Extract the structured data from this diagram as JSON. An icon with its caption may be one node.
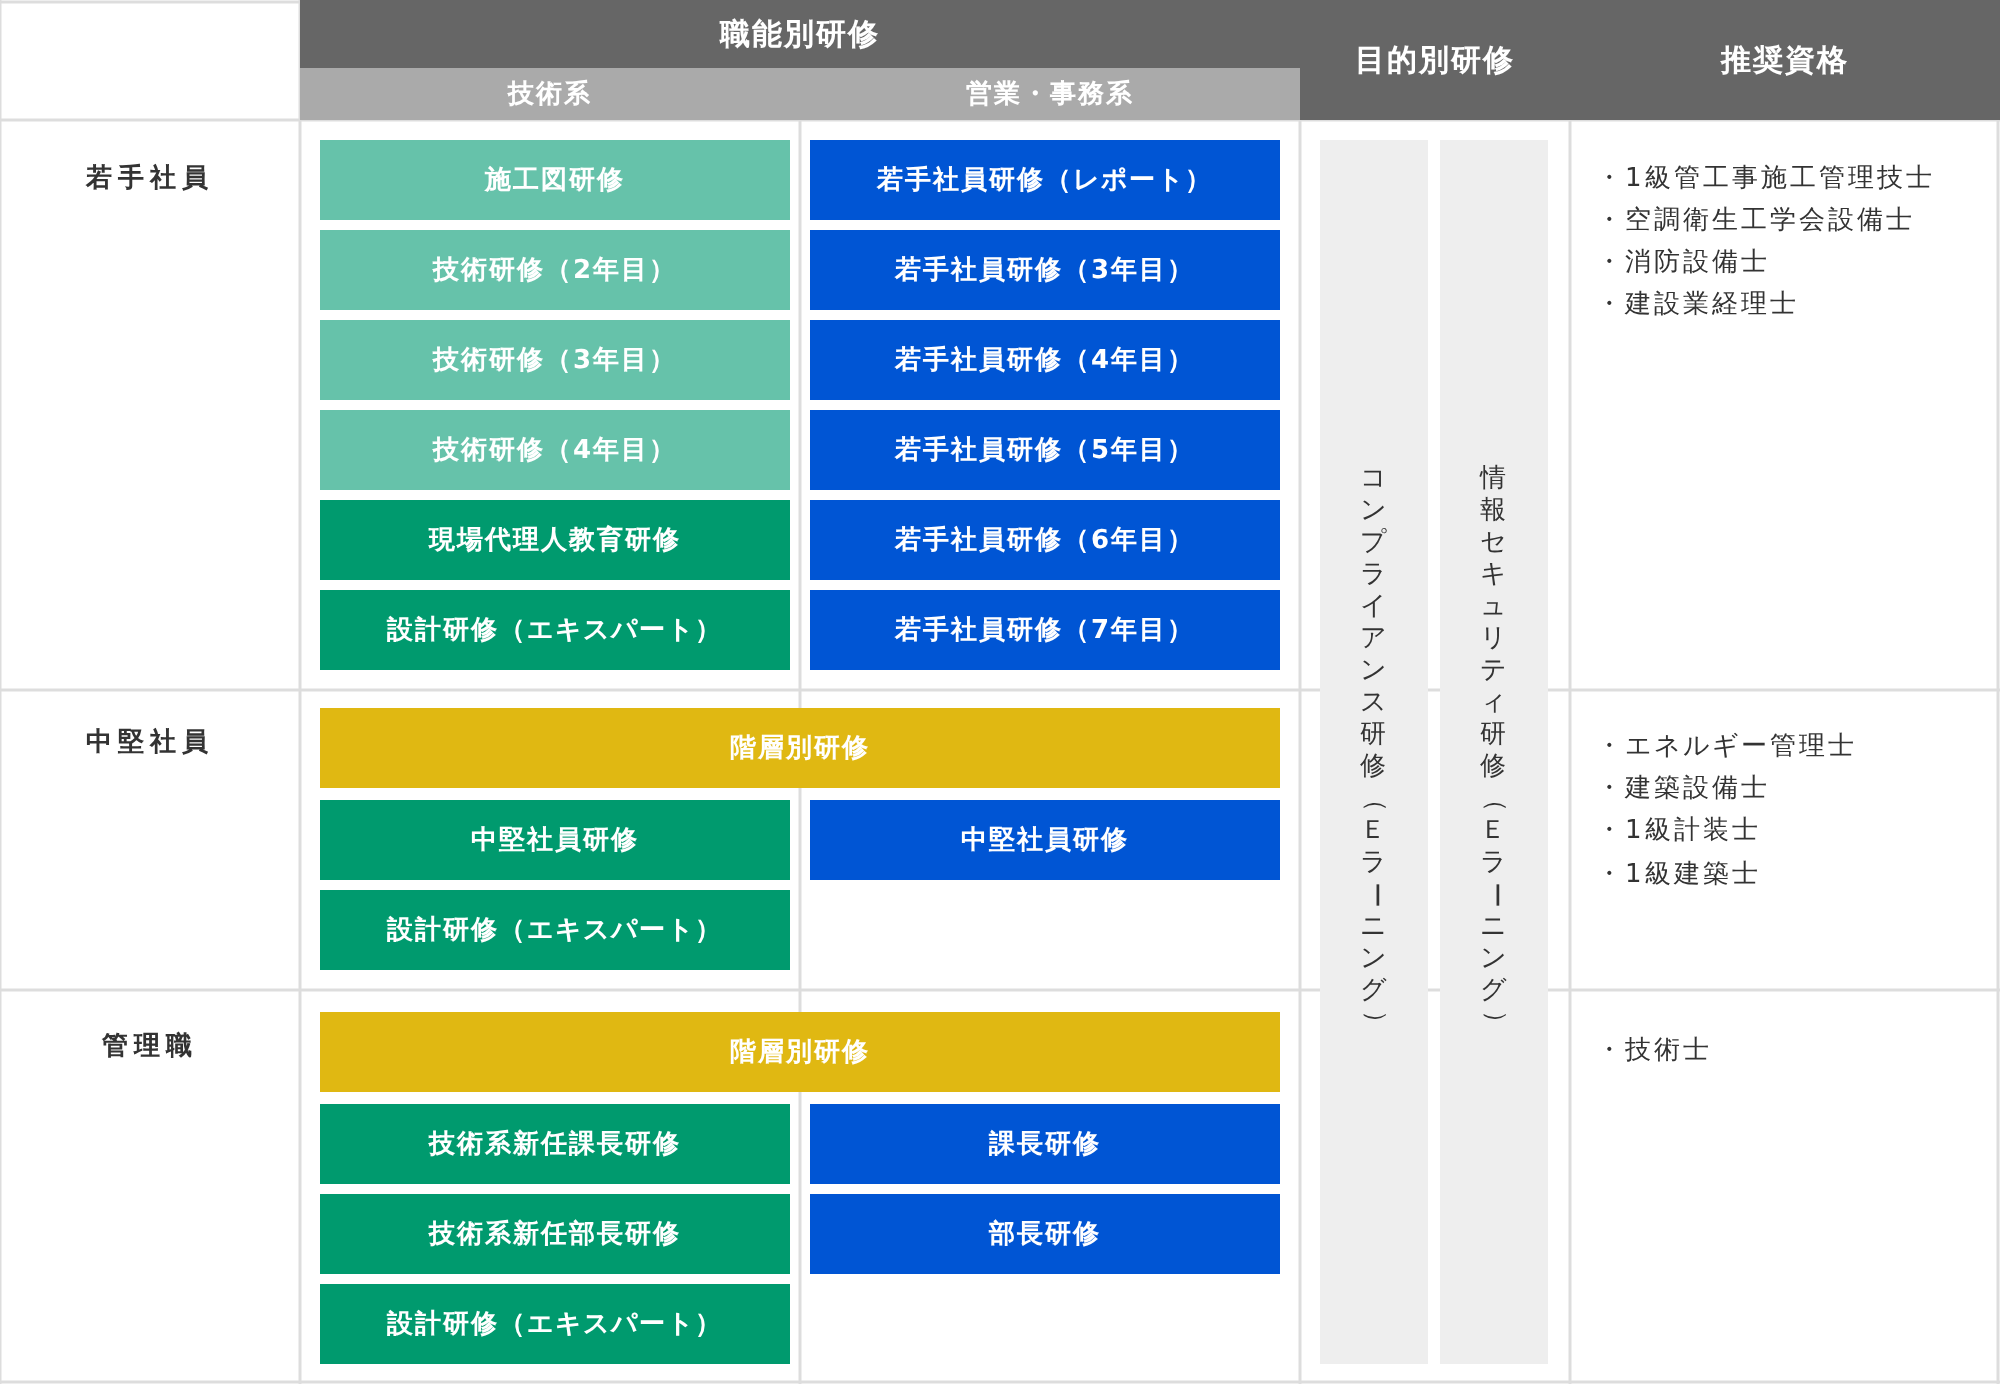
{
  "diagram": {
    "nodes": [
      {
        "text": [
          "職能別研修"
        ]
      },
      {
        "text": [
          "技術系"
        ]
      },
      {
        "text": [
          "営業・事務系"
        ]
      },
      {
        "text": [
          "目的別研修"
        ]
      },
      {
        "text": [
          "推奨資格"
        ]
      },
      {
        "text": [
          "施工図研修"
        ]
      },
      {
        "text": [
          "若手社員研修（レポート）"
        ]
      },
      {
        "text": [
          "コンプライアンス研修（Ｅラーニング）"
        ]
      },
      {
        "text": [
          "情報セキュリティ研修（Ｅラーニング）"
        ]
      },
      {
        "text": [
          "技術研修（2年目）"
        ]
      },
      {
        "text": [
          "若手社員研修（3年目）"
        ]
      },
      {
        "text": [
          "技術研修（3年目）"
        ]
      },
      {
        "text": [
          "若手社員研修（4年目）"
        ]
      },
      {
        "text": [
          "技術研修（4年目）"
        ]
      },
      {
        "text": [
          "若手社員研修（5年目）"
        ]
      },
      {
        "text": [
          "現場代理人教育研修"
        ]
      },
      {
        "text": [
          "若手社員研修（6年目）"
        ]
      },
      {
        "text": [
          "設計研修（エキスパート）"
        ]
      },
      {
        "text": [
          "若手社員研修（7年目）"
        ]
      },
      {
        "text": [
          "階層別研修"
        ]
      },
      {
        "text": [
          "中堅社員研修"
        ]
      },
      {
        "text": [
          "中堅社員研修"
        ]
      },
      {
        "text": [
          "設計研修（エキスパート）"
        ]
      },
      {
        "text": [
          "階層別研修"
        ]
      },
      {
        "text": [
          "技術系新任課長研修"
        ]
      },
      {
        "text": [
          "課長研修"
        ]
      },
      {
        "text": [
          "技術系新任部長研修"
        ]
      },
      {
        "text": [
          "部長研修"
        ]
      },
      {
        "text": [
          "設計研修（エキスパート）"
        ]
      }
    ],
    "labels": [
      "若手社員",
      "・1級管工事施工管理技士",
      "・空調衛生工学会設備士",
      "・消防設備士",
      "・建設業経理士",
      "中堅社員",
      "・エネルギー管理士",
      "・建築設備士",
      "・1級計装士",
      "・1級建築士",
      "管理職",
      "・技術士"
    ]
  }
}
